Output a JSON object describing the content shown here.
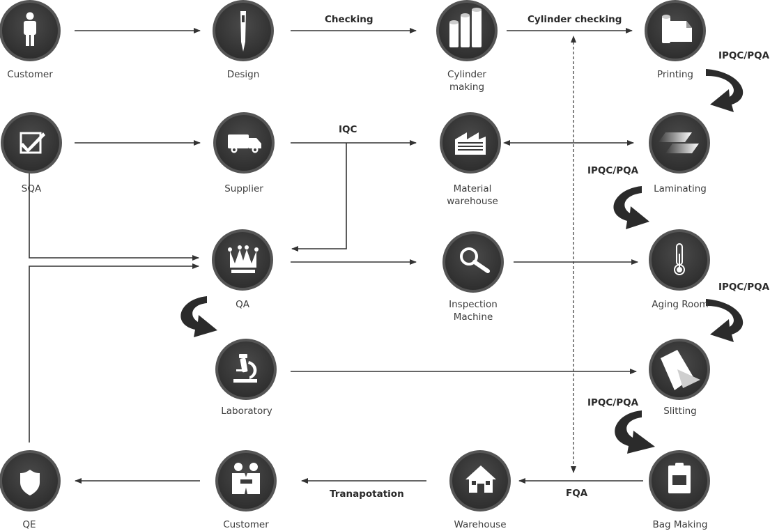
{
  "nodes": {
    "customer_top": {
      "label": "Customer",
      "icon": "person-icon"
    },
    "design": {
      "label": "Design",
      "icon": "pen-icon"
    },
    "cylinder_making": {
      "label": "Cylinder\nmaking",
      "icon": "cylinders-icon"
    },
    "printing": {
      "label": "Printing",
      "icon": "paper-roll-icon"
    },
    "sqa": {
      "label": "SQA",
      "icon": "checkbox-icon"
    },
    "supplier": {
      "label": "Supplier",
      "icon": "truck-icon"
    },
    "material_warehouse": {
      "label": "Material\nwarehouse",
      "icon": "factory-icon"
    },
    "laminating": {
      "label": "Laminating",
      "icon": "layers-icon"
    },
    "qa": {
      "label": "QA",
      "icon": "crown-icon"
    },
    "inspection_machine": {
      "label": "Inspection\nMachine",
      "icon": "magnifier-icon"
    },
    "aging_room": {
      "label": "Aging Room",
      "icon": "thermometer-icon"
    },
    "laboratory": {
      "label": "Laboratory",
      "icon": "microscope-icon"
    },
    "slitting": {
      "label": "Slitting",
      "icon": "folded-sheet-icon"
    },
    "qe": {
      "label": "QE",
      "icon": "shield-icon"
    },
    "customer_bottom": {
      "label": "Customer",
      "icon": "handshake-icon"
    },
    "warehouse": {
      "label": "Warehouse",
      "icon": "house-icon"
    },
    "bag_making": {
      "label": "Bag Making",
      "icon": "bag-icon"
    }
  },
  "edge_labels": {
    "checking": "Checking",
    "cylinder_checking": "Cylinder checking",
    "iqc": "IQC",
    "ipqc_printing_laminating": "IPQC/PQA",
    "ipqc_laminating_aging": "IPQC/PQA",
    "ipqc_aging_slitting": "IPQC/PQA",
    "ipqc_slitting_bag": "IPQC/PQA",
    "fqa": "FQA",
    "transportation": "Tranapotation"
  },
  "colors": {
    "circle_fill": "#3a3a3a",
    "circle_ring": "#555555",
    "line": "#333333",
    "label_text": "#3c3c3c"
  }
}
